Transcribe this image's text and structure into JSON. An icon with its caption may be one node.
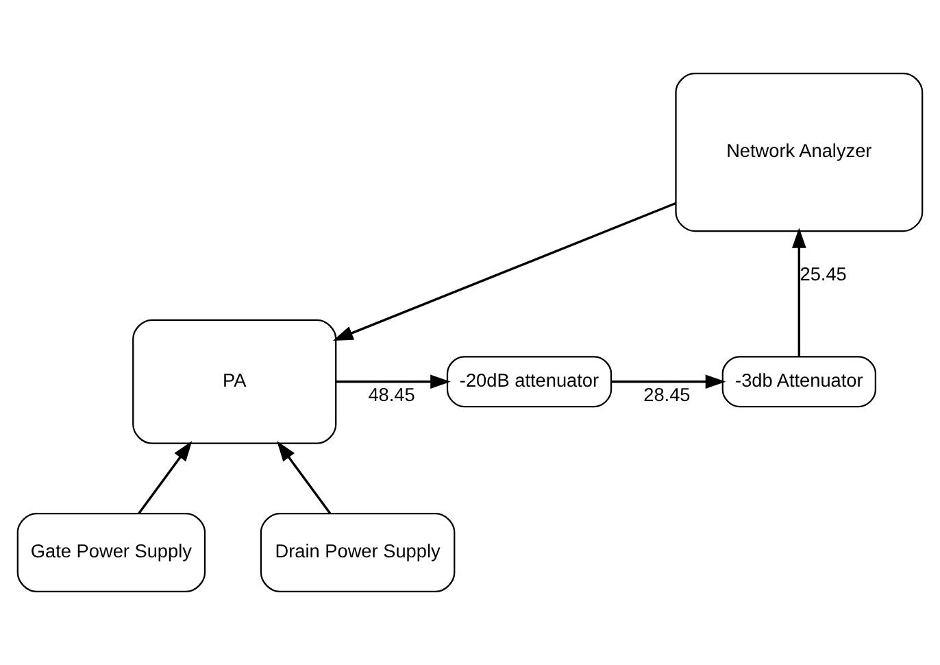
{
  "diagram": {
    "nodes": [
      {
        "text": [
          "Network Analyzer"
        ]
      },
      {
        "text": [
          "PA"
        ]
      },
      {
        "text": [
          "-20dB attenuator"
        ]
      },
      {
        "text": [
          "-3db Attenuator"
        ]
      },
      {
        "text": [
          "Gate Power Supply"
        ]
      },
      {
        "text": [
          "Drain Power Supply"
        ]
      }
    ],
    "edges": [
      {
        "from": 0,
        "to": 1,
        "arrow": "to"
      },
      {
        "from": 1,
        "to": 2,
        "arrow": "to",
        "label": "48.45"
      },
      {
        "from": 2,
        "to": 3,
        "arrow": "to",
        "label": "28.45"
      },
      {
        "from": 3,
        "to": 0,
        "arrow": "to",
        "label": "25.45"
      },
      {
        "from": 4,
        "to": 1,
        "arrow": "to"
      },
      {
        "from": 5,
        "to": 1,
        "arrow": "to"
      }
    ]
  }
}
